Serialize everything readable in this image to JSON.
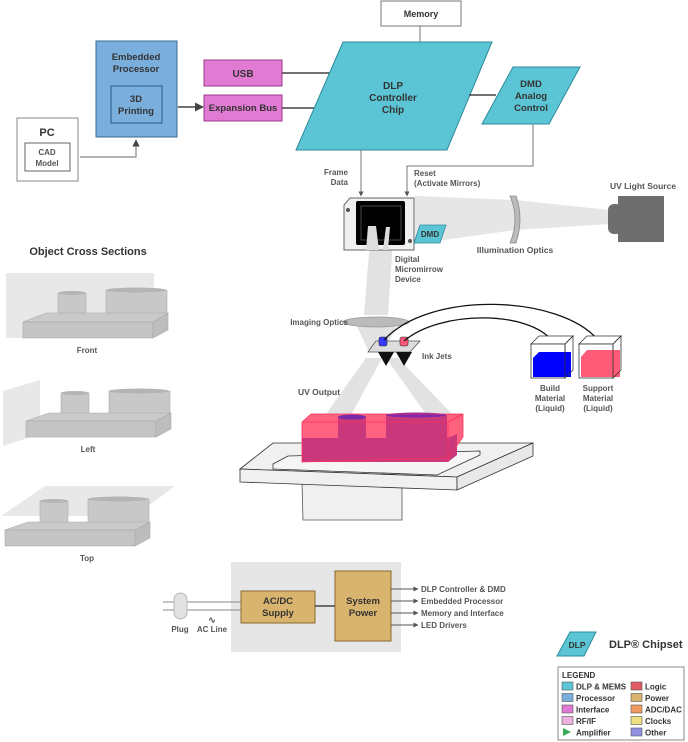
{
  "blocks": {
    "pc": {
      "title": "PC",
      "inner": [
        "CAD",
        "Model"
      ]
    },
    "embedded": {
      "title": [
        "Embedded",
        "Processor"
      ],
      "inner": [
        "3D",
        "Printing"
      ]
    },
    "usb": "USB",
    "expansion_bus": "Expansion Bus",
    "memory": "Memory",
    "dlp_controller": [
      "DLP",
      "Controller",
      "Chip"
    ],
    "dmd_analog": [
      "DMD",
      "Analog",
      "Control"
    ],
    "dmd_tag": "DMD"
  },
  "labels": {
    "frame_data": [
      "Frame",
      "Data"
    ],
    "reset": [
      "Reset",
      "(Activate Mirrors)"
    ],
    "uv_light_source": "UV Light Source",
    "illumination_optics": "Illumination Optics",
    "dmd_device": [
      "Digital",
      "Micromirrow",
      "Device"
    ],
    "imaging_optics": "Imaging Optics",
    "ink_jets": "Ink Jets",
    "uv_output": "UV Output",
    "build_material": [
      "Build",
      "Material",
      "(Liquid)"
    ],
    "support_material": [
      "Support",
      "Material",
      "(Liquid)"
    ]
  },
  "cross_sections": {
    "title": "Object Cross Sections",
    "views": [
      "Front",
      "Left",
      "Top"
    ]
  },
  "power": {
    "acdc": [
      "AC/DC",
      "Supply"
    ],
    "system": [
      "System",
      "Power"
    ],
    "plug": "Plug",
    "ac_line": "AC Line",
    "ac_symbol": "∿",
    "outputs": [
      "DLP Controller & DMD",
      "Embedded Processor",
      "Memory and Interface",
      "LED Drivers"
    ]
  },
  "chipset": {
    "tag": "DLP",
    "label": "DLP® Chipset"
  },
  "legend": {
    "title": "LEGEND",
    "items": [
      {
        "label": "DLP & MEMS",
        "color": "#5bc5d5"
      },
      {
        "label": "Logic",
        "color": "#e05a64"
      },
      {
        "label": "Processor",
        "color": "#7aaedc"
      },
      {
        "label": "Power",
        "color": "#d9b46e"
      },
      {
        "label": "Interface",
        "color": "#e07ad2"
      },
      {
        "label": "ADC/DAC",
        "color": "#f09a60"
      },
      {
        "label": "RF/IF",
        "color": "#f0b0e0"
      },
      {
        "label": "Clocks",
        "color": "#eee080"
      },
      {
        "label": "Amplifier",
        "color": "#3aaa5a",
        "shape": "triangle"
      },
      {
        "label": "Other",
        "color": "#9090e0"
      }
    ]
  },
  "colors": {
    "dlp": "#5bc5d5",
    "processor": "#7aaedc",
    "interface": "#e07ad2",
    "power": "#d9b46e",
    "build": "#0000ff",
    "support": "#ff5a78"
  }
}
